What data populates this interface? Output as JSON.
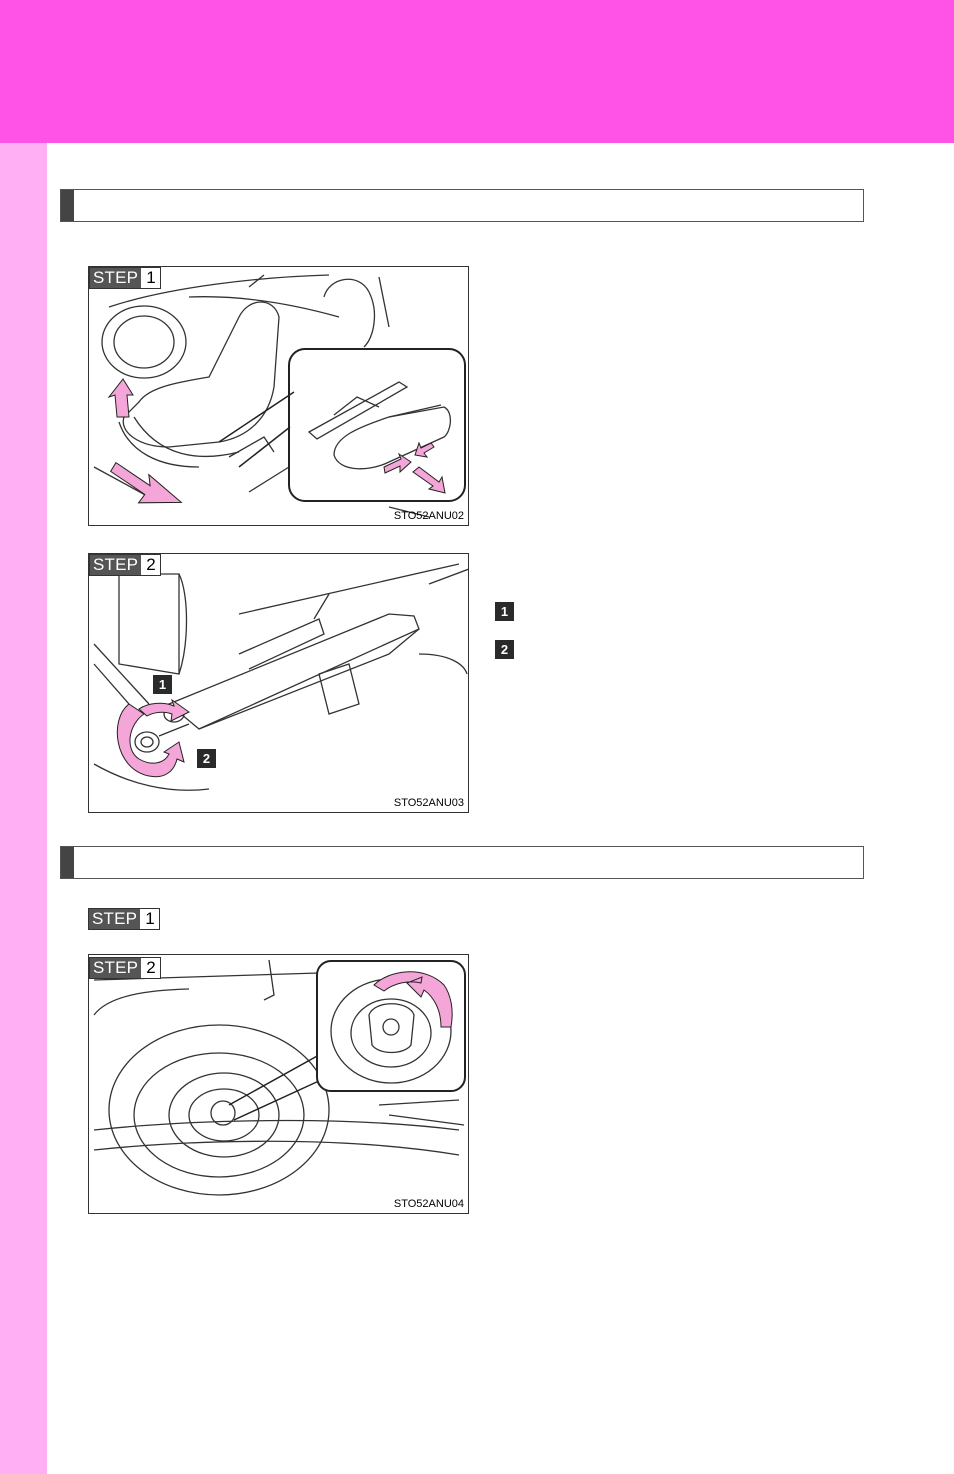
{
  "sections": [
    {
      "id": "section-1"
    },
    {
      "id": "section-2"
    }
  ],
  "figures": {
    "fig1": {
      "step_word": "STEP",
      "step_num": "1",
      "code": "STO52ANU02"
    },
    "fig2": {
      "step_word": "STEP",
      "step_num": "2",
      "code": "STO52ANU03",
      "callouts": [
        "1",
        "2"
      ]
    },
    "fig3": {
      "step_word": "STEP",
      "step_num": "2",
      "code": "STO52ANU04"
    }
  },
  "standalone_step": {
    "step_word": "STEP",
    "step_num": "1"
  },
  "text_markers": [
    "1",
    "2"
  ],
  "colors": {
    "header": "#ff52e6",
    "side_strip": "#ffb0f5",
    "arrow_pink": "#f4a6d8",
    "section_accent": "#444444"
  }
}
